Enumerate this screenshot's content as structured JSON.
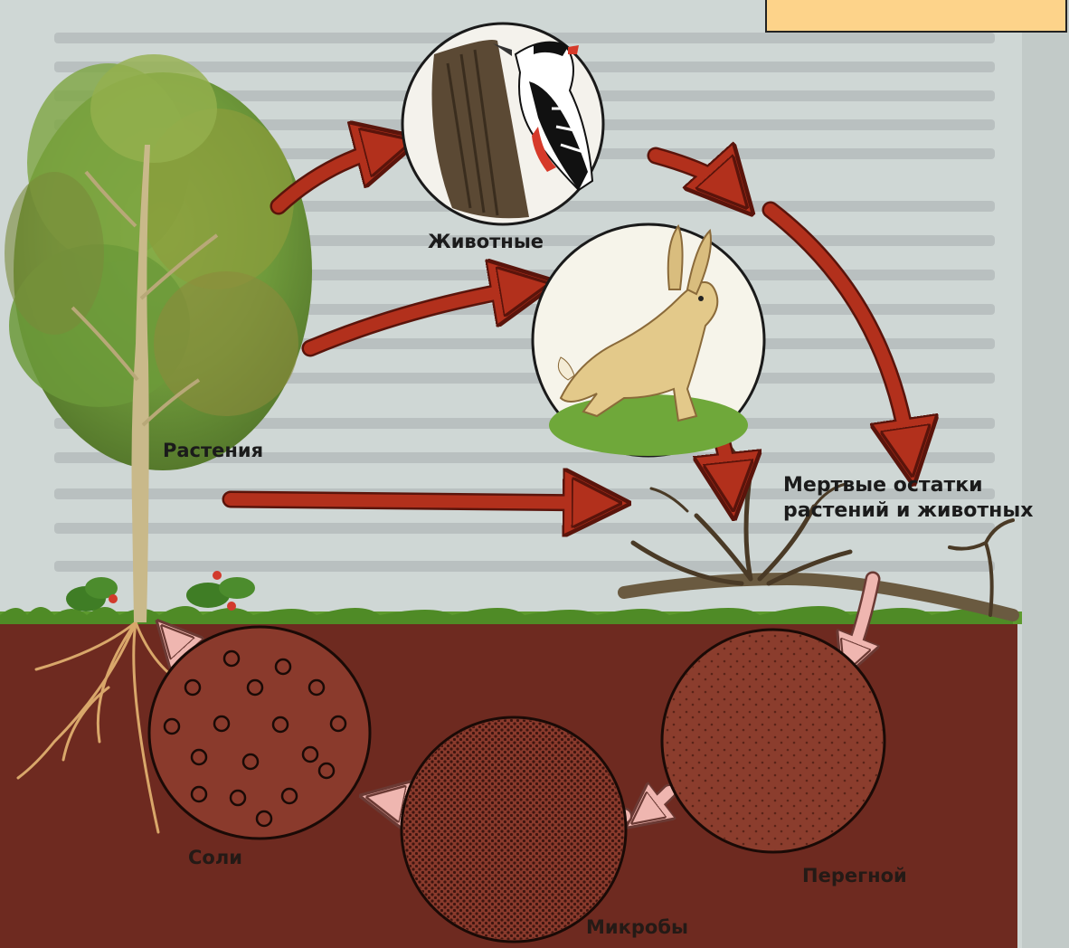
{
  "labels": {
    "animals": "Животные",
    "plants": "Растения",
    "remains_line1": "Мертвые остатки",
    "remains_line2": "растений и животных",
    "salts": "Соли",
    "microbes": "Микробы",
    "humus": "Перегной"
  },
  "colors": {
    "soil": "#6e2a20",
    "grass": "#5d9a2e",
    "arrow_dark": "#b2301c",
    "arrow_pink": "#efb6b0",
    "note_box": "#fdd38a"
  },
  "icons": [
    "tree-icon",
    "woodpecker-icon",
    "hare-icon",
    "fallen-log-icon",
    "strawberry-plant-icon"
  ]
}
